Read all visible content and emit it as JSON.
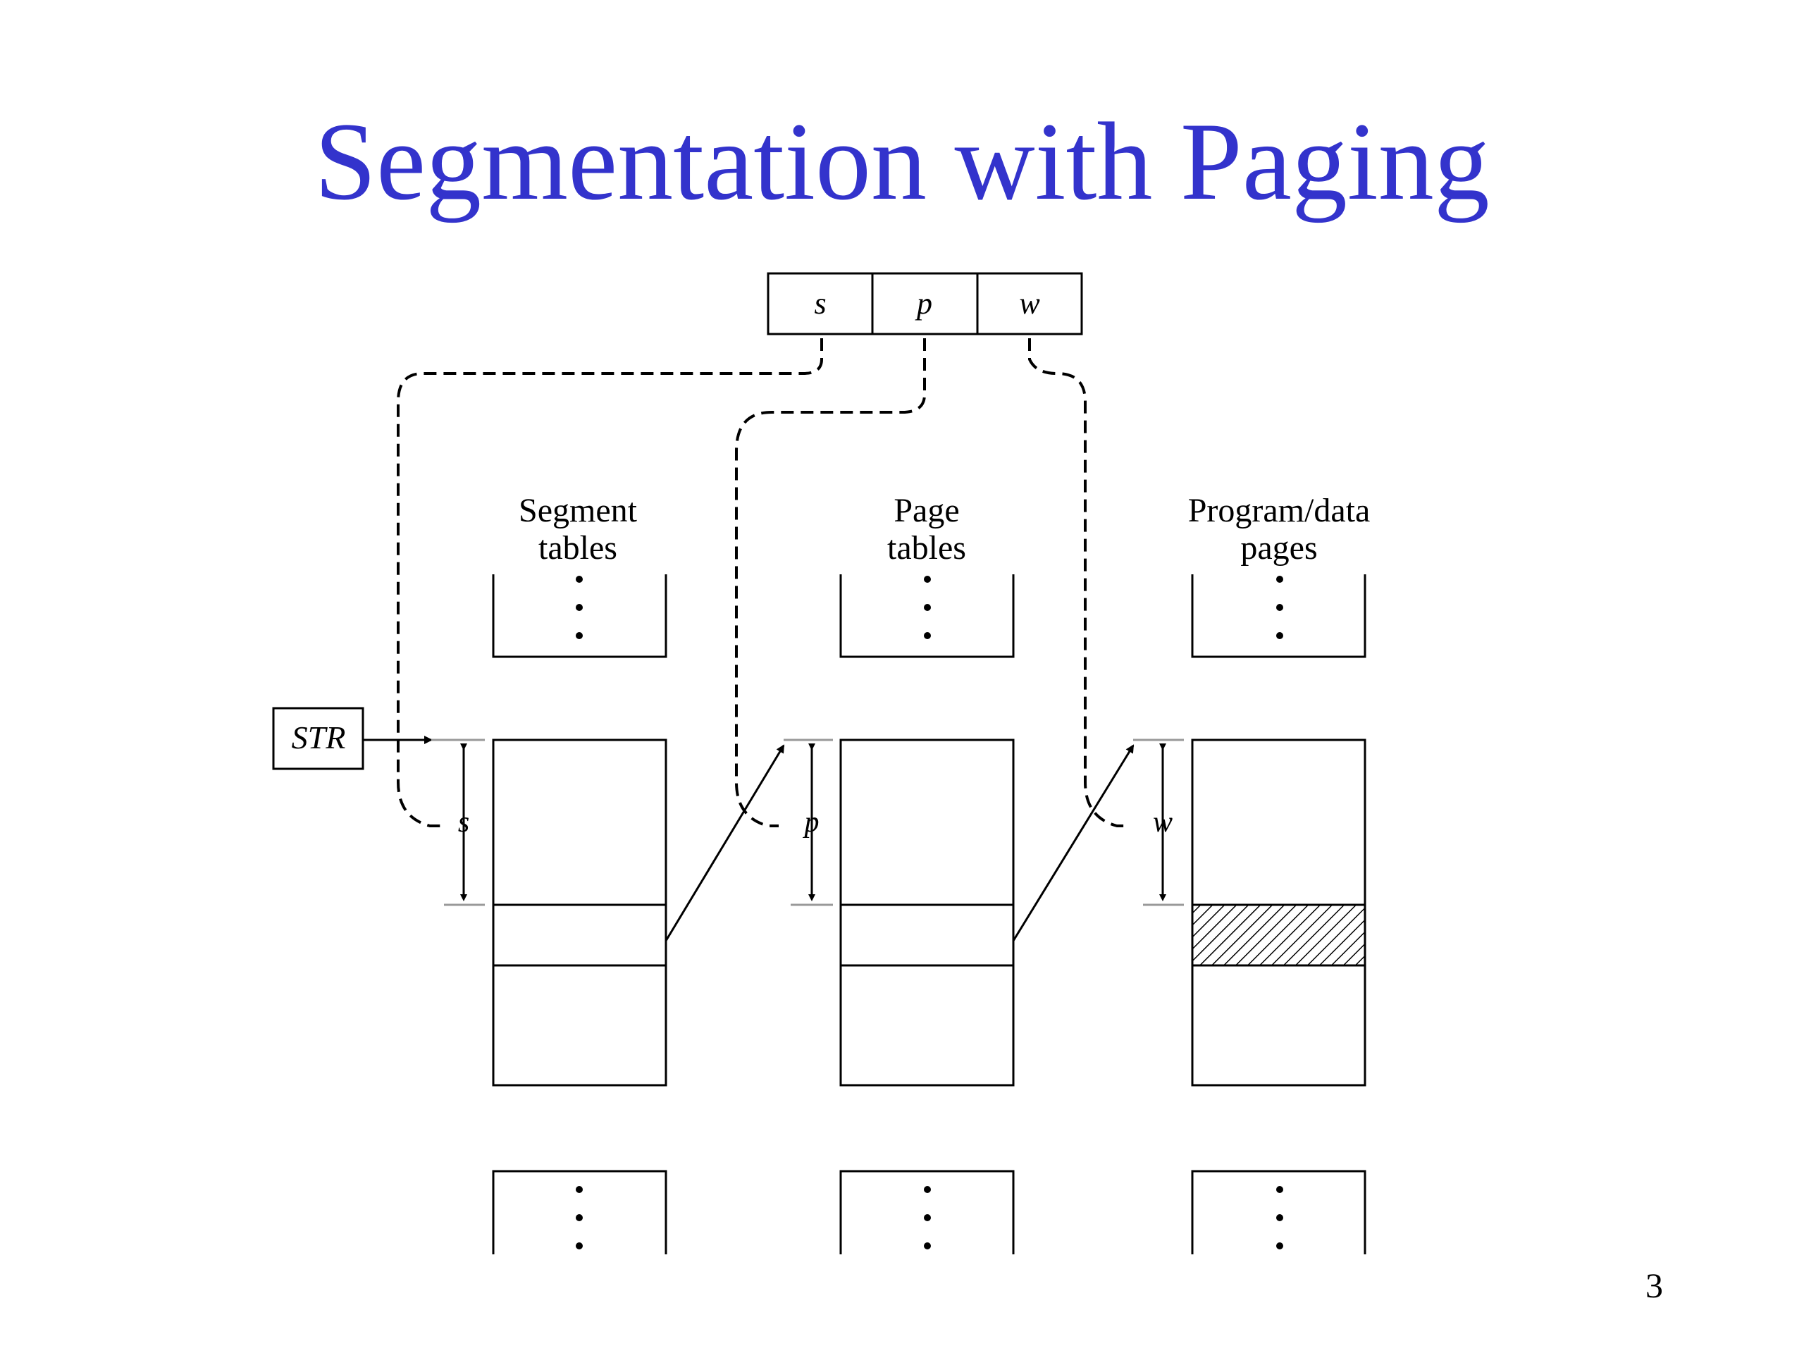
{
  "slide": {
    "title": "Segmentation with Paging",
    "page_number": "3"
  },
  "diagram": {
    "address": {
      "fields": [
        "s",
        "p",
        "w"
      ]
    },
    "register_label": "STR",
    "columns": [
      {
        "label_line1": "Segment",
        "label_line2": "tables",
        "offset_label": "s"
      },
      {
        "label_line1": "Page",
        "label_line2": "tables",
        "offset_label": "p"
      },
      {
        "label_line1": "Program/data",
        "label_line2": "pages",
        "offset_label": "w"
      }
    ],
    "highlight_color": "#000000",
    "title_color": "#3333cc"
  }
}
